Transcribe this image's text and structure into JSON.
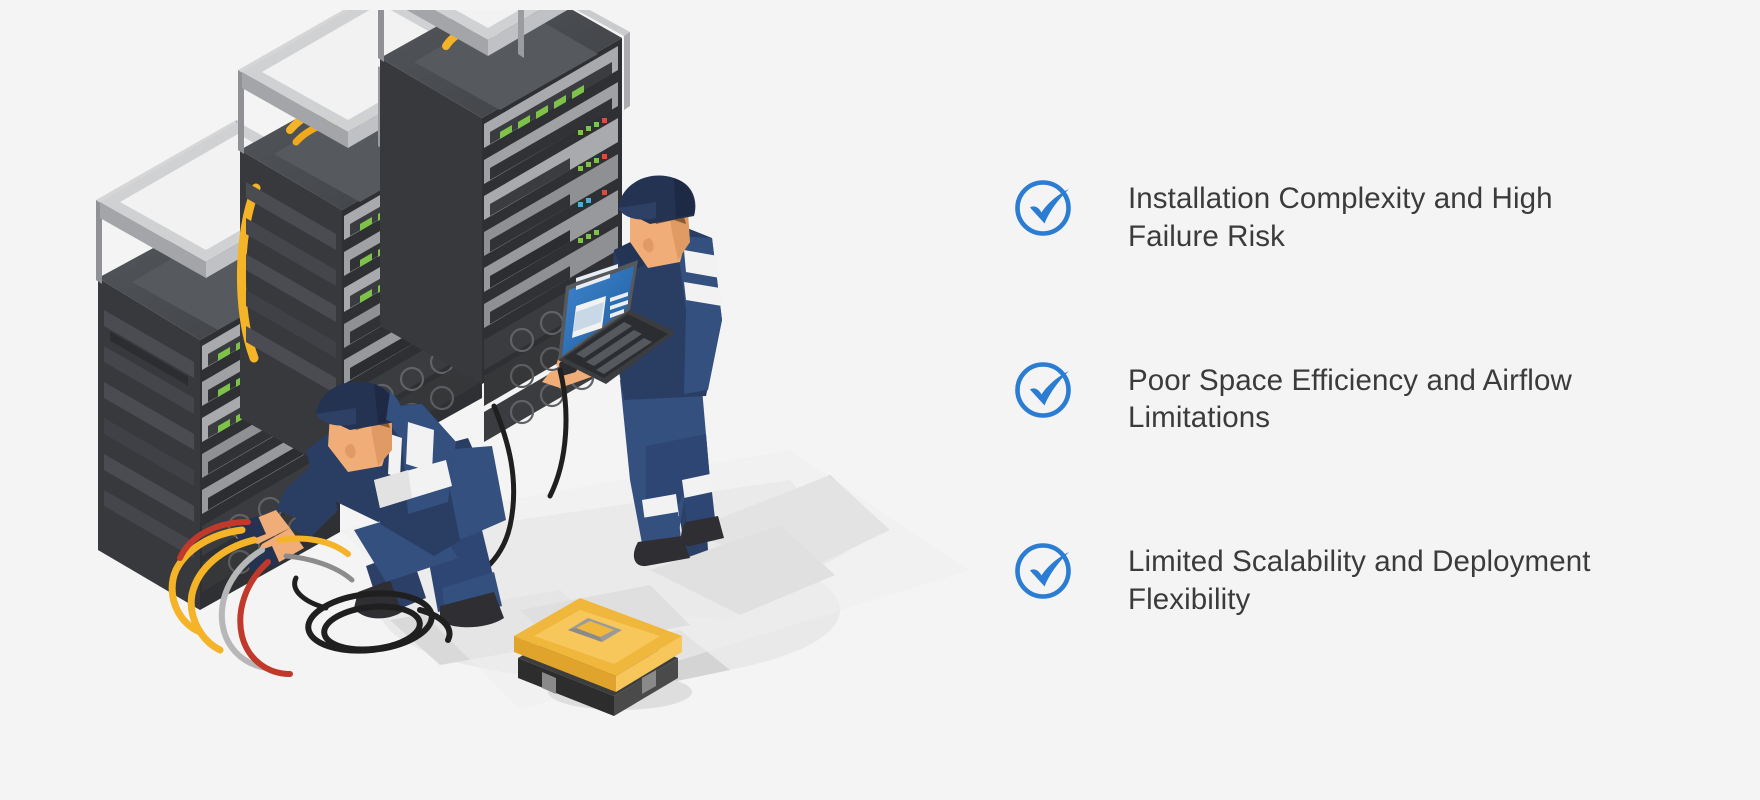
{
  "page": {
    "background_color": "#f4f4f4",
    "accent_color": "#2b7cd3",
    "text_color": "#3b3b3b"
  },
  "illustration": {
    "name": "data-center-server-rack-installation",
    "alt": "Isometric illustration of two technicians installing and cabling three open-frame server racks in a data center",
    "elements": [
      "server-rack-left",
      "server-rack-middle",
      "server-rack-right",
      "standing-technician-with-laptop",
      "kneeling-technician-with-cables",
      "toolbox",
      "coiled-black-cable",
      "yellow-network-cables",
      "floor-shadow"
    ],
    "colors": {
      "rack_frame": "#9a9a9a",
      "rack_frame_light": "#c9c9c9",
      "rack_body_dark": "#3a3c3f",
      "rack_body_darker": "#2b2d30",
      "server_face": "#4a4c50",
      "server_bezel": "#a8aaad",
      "led_green": "#7ec24a",
      "led_red": "#e04b3c",
      "cable_yellow": "#f5b428",
      "cable_red": "#c0392b",
      "cable_black": "#1f1f1f",
      "uniform_navy": "#2a3d63",
      "uniform_blue": "#3a5486",
      "uniform_stripe": "#f2f2f2",
      "skin": "#f0ad78",
      "hair": "#8a5a32",
      "shoe_dark": "#2f2f33",
      "toolbox_yellow": "#f0b73d",
      "toolbox_body": "#3d3d3d",
      "laptop_screen": "#2e6fb5",
      "floor": "#e2e2e2",
      "shadow": "#d2d2d2"
    }
  },
  "bullets": {
    "icon_name": "circle-check-icon",
    "items": [
      {
        "id": "installation-complexity",
        "text": "Installation Complexity and High Failure Risk"
      },
      {
        "id": "space-efficiency",
        "text": "Poor Space Efficiency and Airflow Limitations"
      },
      {
        "id": "scalability",
        "text": "Limited Scalability and Deployment Flexibility"
      }
    ]
  }
}
